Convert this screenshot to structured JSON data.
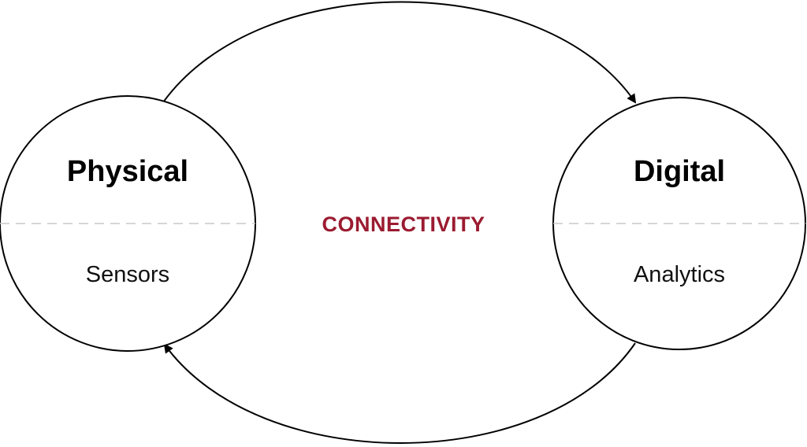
{
  "colors": {
    "line": "#000000",
    "divider": "#c8c8c8",
    "accent": "#9b1b30",
    "background": "#ffffff"
  },
  "left_node": {
    "title": "Physical",
    "subtitle": "Sensors"
  },
  "right_node": {
    "title": "Digital",
    "subtitle": "Analytics"
  },
  "center_label": "CONNECTIVITY",
  "flows": [
    {
      "from": "Physical",
      "to": "Digital",
      "path": "top"
    },
    {
      "from": "Digital",
      "to": "Physical",
      "path": "bottom"
    }
  ]
}
